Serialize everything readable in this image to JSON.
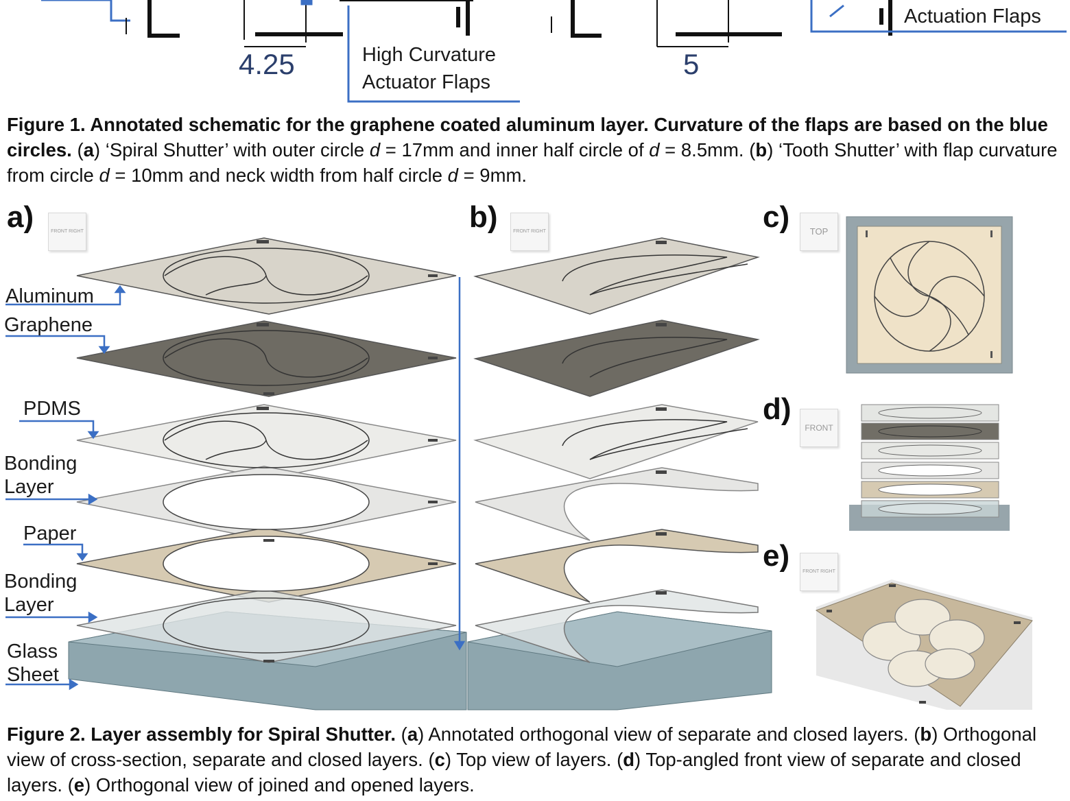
{
  "top_labels": {
    "dim_a": "4.25",
    "dim_b": "5",
    "high_curvature_line1": "High Curvature",
    "high_curvature_line2": "Actuator Flaps",
    "actuation_flaps": "Actuation Flaps"
  },
  "figure1": {
    "bold": "Figure 1. Annotated schematic for the graphene coated aluminum layer. Curvature of the flaps are based on the blue circles.",
    "text_a1": " (",
    "a": "a",
    "text_a2": ") ‘Spiral Shutter’ with outer circle ",
    "d1": "d",
    "text_a3": " = 17mm and inner half circle of ",
    "d2": "d",
    "text_a4": " = 8.5mm. (",
    "b": "b",
    "text_b1": ") ‘Tooth Shutter’ with flap curvature from circle ",
    "d3": "d",
    "text_b2": " = 10mm and neck width from half circle ",
    "d4": "d",
    "text_b3": " = 9mm."
  },
  "panels": {
    "a": "a)",
    "b": "b)",
    "c": "c)",
    "d": "d)",
    "e": "e)"
  },
  "cube_labels": {
    "front_right": "FRONT RIGHT",
    "top": "TOP",
    "front": "FRONT"
  },
  "layer_labels": {
    "aluminum": "Aluminum",
    "graphene": "Graphene",
    "pdms": "PDMS",
    "bonding1_line1": "Bonding",
    "bonding1_line2": "Layer",
    "paper": "Paper",
    "bonding2_line1": "Bonding",
    "bonding2_line2": "Layer",
    "glass_line1": "Glass",
    "glass_line2": "Sheet"
  },
  "figure2": {
    "bold": "Figure 2. Layer assembly for Spiral Shutter.",
    "t1": " (",
    "a": "a",
    "t2": ") Annotated orthogonal view of separate and closed layers. (",
    "b": "b",
    "t3": ") Orthogonal view of cross-section, separate and closed layers. (",
    "c": "c",
    "t4": ") Top view of layers. (",
    "d": "d",
    "t5": ") Top-angled front view of separate and closed layers. (",
    "e": "e",
    "t6": ") Orthogonal view of joined and opened layers."
  },
  "colors": {
    "annotation_blue": "#3b6fc4",
    "aluminum": "#d6d2c8",
    "graphene": "#6d6a62",
    "paper": "#d9ccb3",
    "glass": "#9fb4bc",
    "top_view_bg": "#efe2c8",
    "top_view_frame": "#97a5ab"
  }
}
